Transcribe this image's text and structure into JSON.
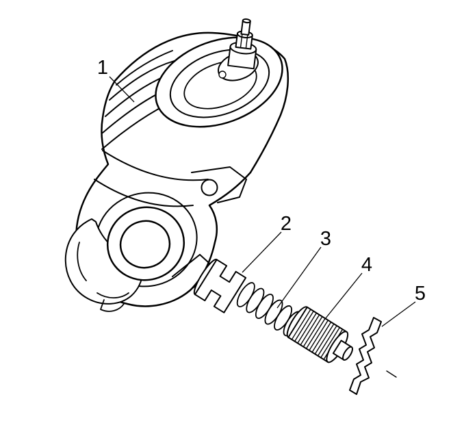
{
  "figure": {
    "background_color": "#ffffff",
    "line_color": "#000000"
  },
  "callouts": [
    {
      "label": "1"
    },
    {
      "label": "2"
    },
    {
      "label": "3"
    },
    {
      "label": "4"
    },
    {
      "label": "5"
    }
  ]
}
